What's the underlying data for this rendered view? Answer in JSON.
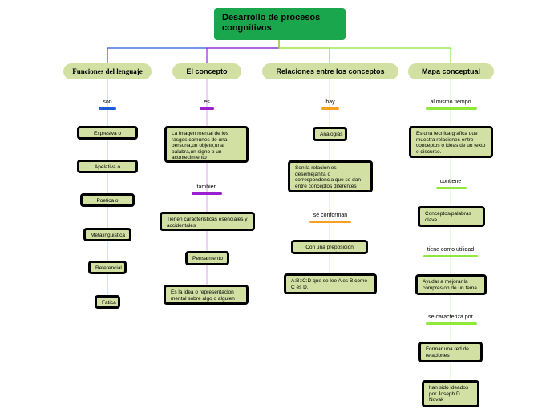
{
  "root": {
    "title": "Desarrollo de procesos congnitivos"
  },
  "branches": [
    {
      "title": "Funciones del lenguaje",
      "color": "#1e5bd8",
      "label": "son",
      "nodes": [
        "Expresiva o emotiva",
        "Apelativa o conativa",
        "Poetica o estetica",
        "Metalinguistica",
        "Referencial",
        "Fatica"
      ]
    },
    {
      "title": "El concepto",
      "color": "#9b1fd0",
      "label": "es",
      "node1": "La imagen mental de los rasgos comunes de una persona,un objeto,una palabra,un signo o un acontecimiento",
      "label2": "tambien",
      "node2": "Tienen caracteristicas esenciales y accidentales",
      "node3": "Pensamiento",
      "node4": "Es la idea o representacion mental sobre algo o alguien"
    },
    {
      "title": "Relaciones entre los conceptos",
      "color": "#f5a020",
      "label": "hay",
      "node1": "Analogias",
      "node2": "Son la relacion es desemejanza o correspondencia que se dan entre conceptos diferentes",
      "label2": "se conforman",
      "node3": "Con una preposicion verbal",
      "node4": "A:B::C:D que se lee A es B,como C es D."
    },
    {
      "title": "Mapa conceptual",
      "color": "#8fe83a",
      "label1": "al mismo tiempo",
      "node1": "Es una tecnica grafica que muestra relaciones entre conceptos o ideas de un texto o discurso.",
      "label2": "contiene",
      "node2": "Conceptos/palabras clave",
      "label3": "tiene como utilidad",
      "node3": "Ayudar a mejorar la compresion de un tema",
      "label4": "se caracteriza por",
      "node4": "Formar una red de relaciones",
      "node5": "han sido ideados por Joseph D. Novak"
    }
  ]
}
